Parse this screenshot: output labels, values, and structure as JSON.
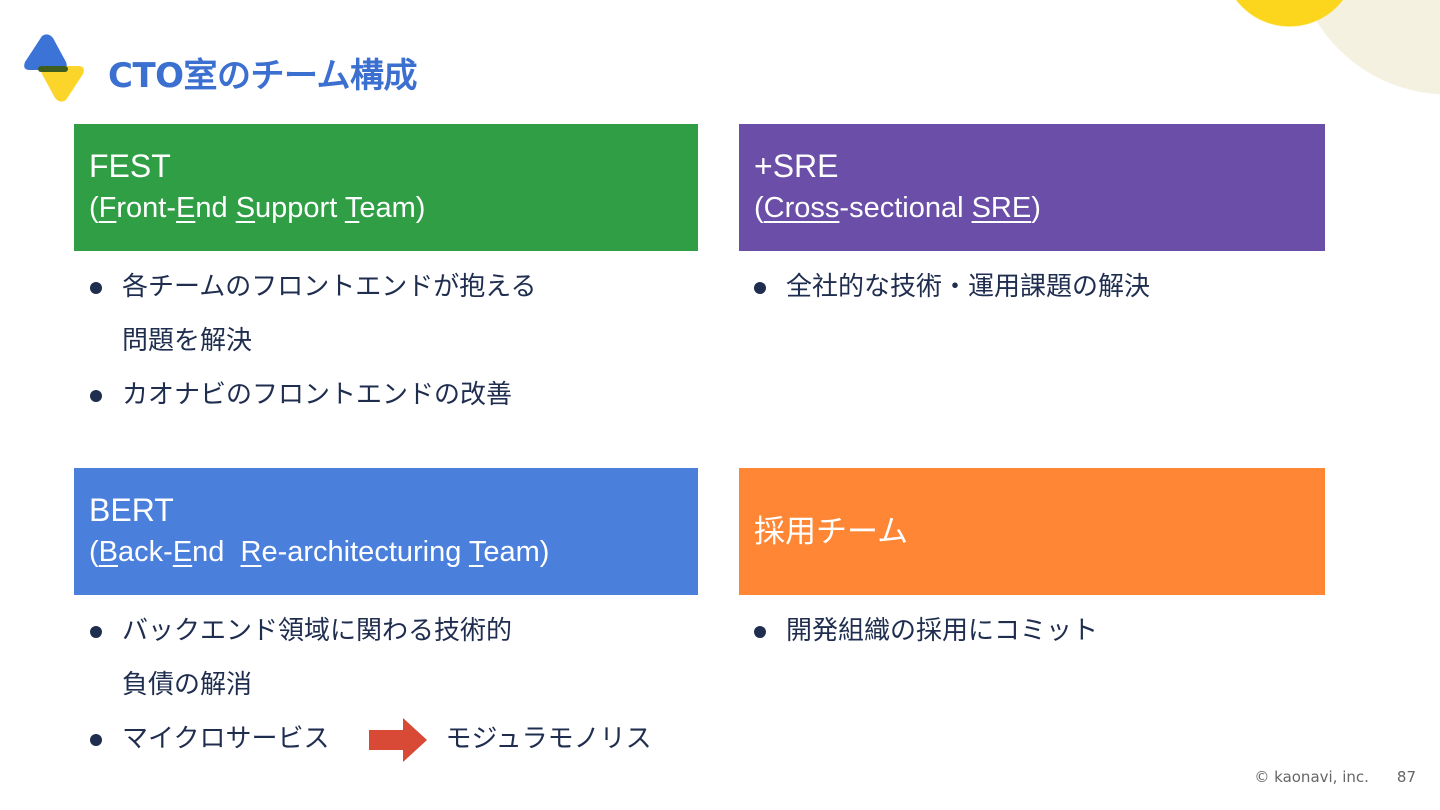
{
  "title": "CTO室のチーム構成",
  "teams": {
    "fest": {
      "name": "FEST",
      "subtitle": [
        "(",
        "F",
        "ront-",
        "E",
        "nd ",
        "S",
        "upport ",
        "T",
        "eam)"
      ],
      "color": "#2f9e44",
      "bullets": [
        "各チームのフロントエンドが抱える",
        "問題を解決",
        "カオナビのフロントエンドの改善"
      ]
    },
    "sre": {
      "name": "+SRE",
      "subtitle": [
        "(",
        "Cross",
        "-sectional ",
        "SRE",
        ")"
      ],
      "color": "#6a4ea7",
      "bullets": [
        "全社的な技術・運用課題の解決"
      ]
    },
    "bert": {
      "name": "BERT",
      "subtitle": [
        "(",
        "B",
        "ack-",
        "E",
        "nd  ",
        "R",
        "e-architecturing ",
        "T",
        "eam)"
      ],
      "color": "#4a7fdc",
      "bullets": [
        "バックエンド領域に関わる技術的",
        "負債の解消",
        "マイクロサービス",
        "モジュラモノリス"
      ]
    },
    "hire": {
      "name": "採用チーム",
      "color": "#fe8634",
      "bullets": [
        "開発組織の採用にコミット"
      ]
    }
  },
  "footer": {
    "copyright": "© kaonavi, inc.",
    "page": "87"
  }
}
